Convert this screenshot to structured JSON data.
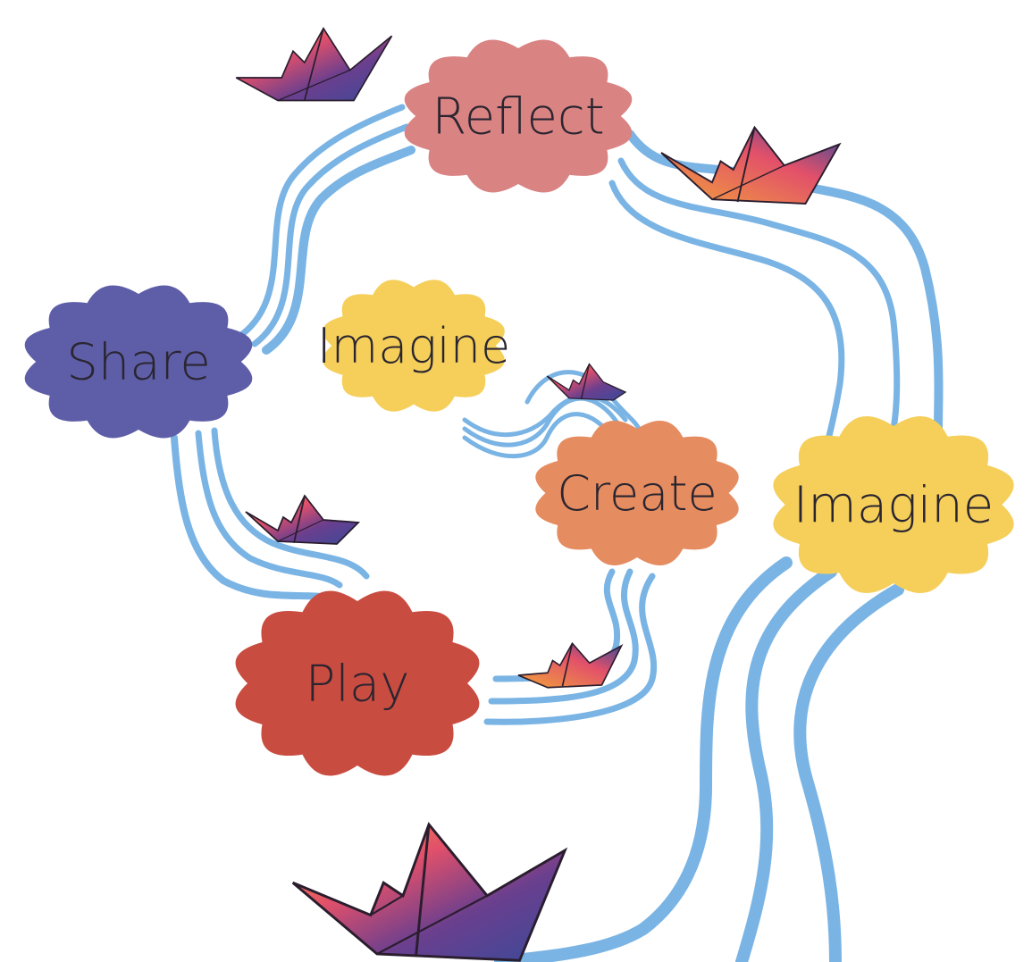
{
  "nodes": [
    {
      "id": "reflect",
      "label": "Reflect",
      "color": "#d98383"
    },
    {
      "id": "share",
      "label": "Share",
      "color": "#5e5ea8"
    },
    {
      "id": "imagine-inner",
      "label": "Imagine",
      "color": "#f5cf5a"
    },
    {
      "id": "create",
      "label": "Create",
      "color": "#e58c60"
    },
    {
      "id": "imagine-outer",
      "label": "Imagine",
      "color": "#f5cf5a"
    },
    {
      "id": "play",
      "label": "Play",
      "color": "#c94c40"
    }
  ],
  "colors": {
    "river": "#7ab4e4",
    "boat_orange": "#f2a33a",
    "boat_pink": "#e2506a",
    "boat_blue": "#3a4a9a",
    "boat_purple": "#6a3f8e"
  },
  "icons": [
    "paper-boat-icon"
  ]
}
